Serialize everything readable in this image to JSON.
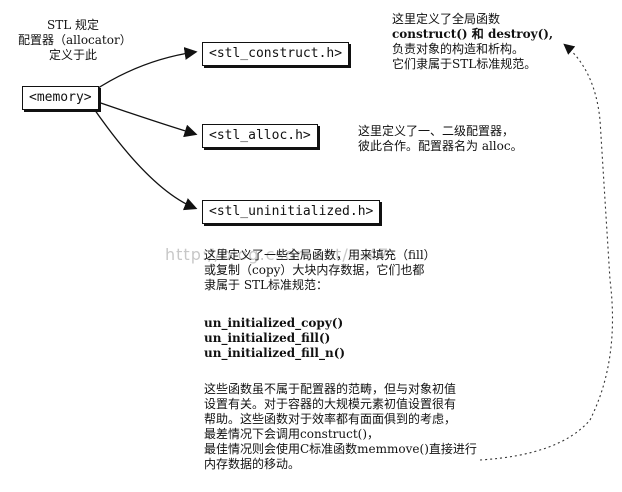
{
  "header": {
    "line1": "STL 规定",
    "line2": "配置器（allocator）",
    "line3": "定义于此"
  },
  "boxes": {
    "memory": "<memory>",
    "construct": "<stl_construct.h>",
    "alloc": "<stl_alloc.h>",
    "uninitialized": "<stl_uninitialized.h>"
  },
  "notes": {
    "construct": [
      "这里定义了全局函数",
      "construct() 和 destroy(),",
      "负责对象的构造和析构。",
      "它们隶属于STL标准规范。"
    ],
    "alloc": [
      "这里定义了一、二级配置器，",
      "彼此合作。配置器名为 alloc。"
    ],
    "uninit_intro": [
      "这里定义了一些全局函数，用来填充（fill）",
      "或复制（copy）大块内存数据，它们也都",
      "隶属于 STL标准规范："
    ],
    "uninit_funcs": [
      "un_initialized_copy()",
      "un_initialized_fill()",
      "un_initialized_fill_n()"
    ],
    "uninit_detail": [
      "这些函数虽不属于配置器的范畴，但与对象初值",
      "设置有关。对于容器的大规模元素初值设置很有",
      "帮助。这些函数对于效率都有面面俱到的考虑，",
      "最差情况下会调用construct()，",
      "最佳情况则会使用C标准函数memmove()直接进行",
      "内存数据的移动。"
    ]
  },
  "watermark": "http://blog.csdn.net/...47"
}
